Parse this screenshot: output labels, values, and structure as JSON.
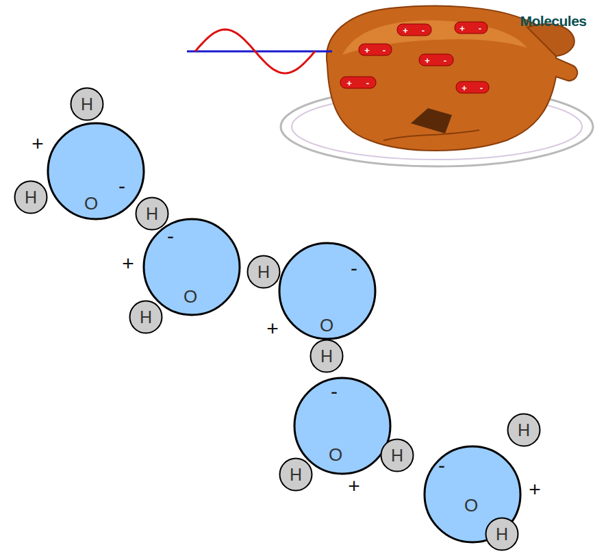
{
  "diagram": {
    "nodes": [
      {
        "text": [
          "H"
        ]
      },
      {
        "text": [
          "O"
        ]
      },
      {
        "text": [
          "H"
        ]
      },
      {
        "text": [
          "H"
        ]
      },
      {
        "text": [
          "O"
        ]
      },
      {
        "text": [
          "H"
        ]
      },
      {
        "text": [
          "H"
        ]
      },
      {
        "text": [
          "O"
        ]
      },
      {
        "text": [
          "H"
        ]
      },
      {
        "text": [
          "O"
        ]
      },
      {
        "text": [
          "H"
        ]
      },
      {
        "text": [
          "H"
        ]
      },
      {
        "text": [
          "O"
        ]
      },
      {
        "text": [
          "H"
        ]
      },
      {
        "text": [
          "H"
        ]
      }
    ],
    "labels": [
      "Molecules",
      "+",
      "-",
      "+",
      "-",
      "+",
      "-",
      "+",
      "-",
      "+",
      "-",
      "+",
      "-",
      "+",
      "-",
      "-",
      "+",
      "-",
      "+",
      "-",
      "+",
      "-",
      "+"
    ]
  }
}
